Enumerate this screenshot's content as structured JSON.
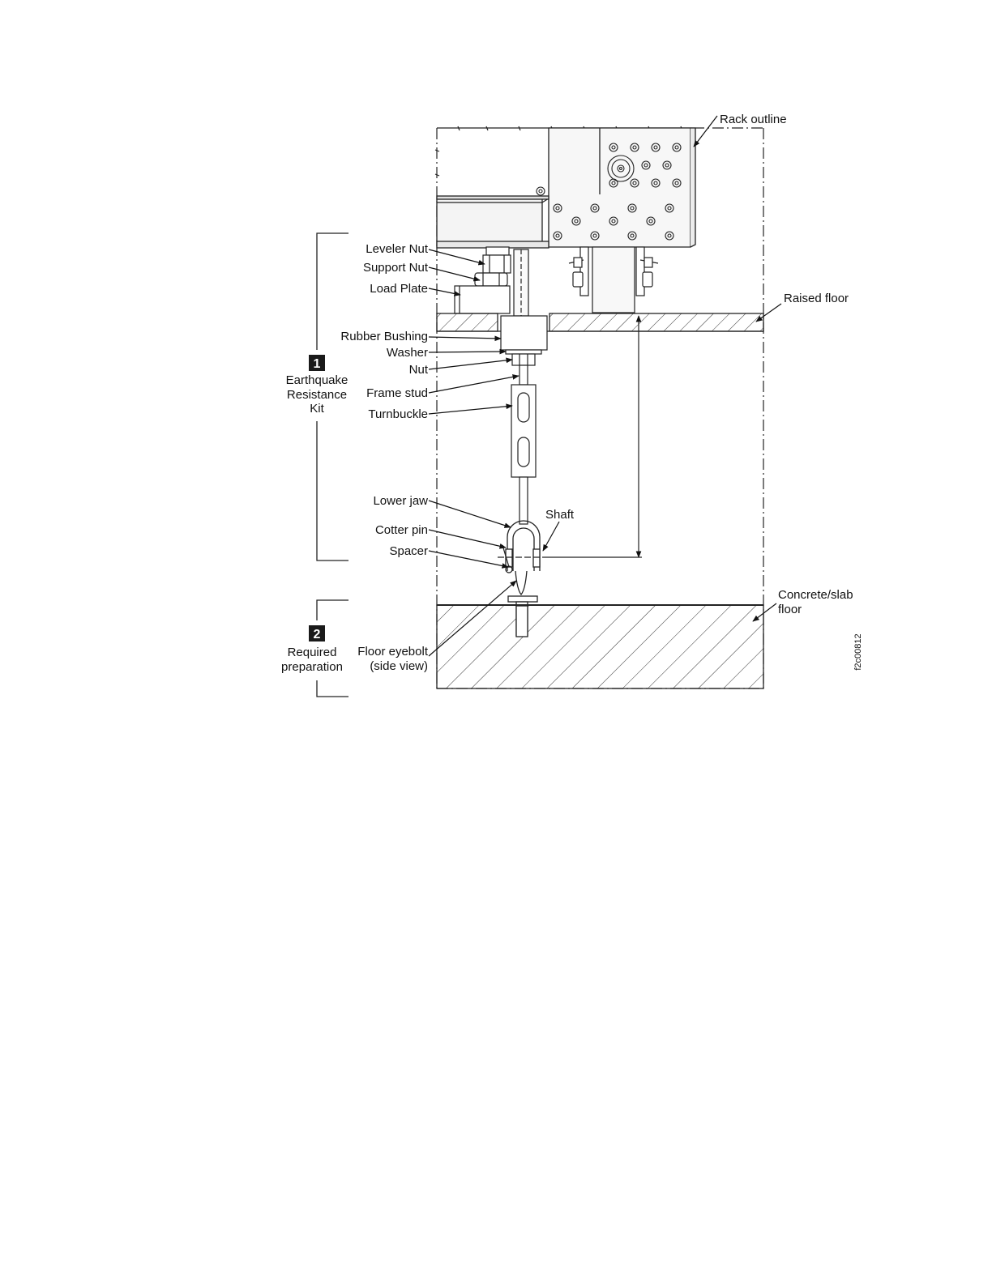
{
  "diagram": {
    "labels": {
      "rack_outline": "Rack outline",
      "raised_floor": "Raised floor",
      "concrete_floor_line1": "Concrete/slab",
      "concrete_floor_line2": "floor",
      "leveler_nut": "Leveler Nut",
      "support_nut": "Support Nut",
      "load_plate": "Load Plate",
      "rubber_bushing": "Rubber Bushing",
      "washer": "Washer",
      "nut": "Nut",
      "frame_stud": "Frame stud",
      "turnbuckle": "Turnbuckle",
      "lower_jaw": "Lower jaw",
      "shaft": "Shaft",
      "cotter_pin": "Cotter pin",
      "spacer": "Spacer",
      "floor_eyebolt_line1": "Floor eyebolt",
      "floor_eyebolt_line2": "(side view)"
    },
    "groups": [
      {
        "number": "1",
        "lines": [
          "Earthquake",
          "Resistance",
          "Kit"
        ]
      },
      {
        "number": "2",
        "lines": [
          "Required",
          "preparation"
        ]
      }
    ],
    "figure_id": "f2c00812",
    "colors": {
      "line": "#222222",
      "badge": "#1a1a1a",
      "panel": "#f4f4f4"
    }
  }
}
